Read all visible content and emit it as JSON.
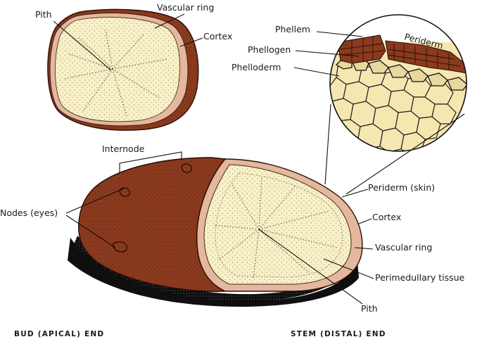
{
  "labels": {
    "top_tuber": {
      "pith": "Pith",
      "vascular_ring": "Vascular ring",
      "cortex": "Cortex"
    },
    "periderm_detail": {
      "phellem": "Phellem",
      "phellogen": "Phellogen",
      "phelloderm": "Phelloderm",
      "periderm": "Periderm"
    },
    "main_tuber": {
      "internode": "Internode",
      "nodes": "Nodes (eyes)",
      "periderm_skin": "Periderm (skin)",
      "cortex": "Cortex",
      "vascular_ring": "Vascular ring",
      "perimedullary": "Perimedullary tissue",
      "pith": "Pith"
    },
    "footer": {
      "bud_end": "BUD (APICAL) END",
      "stem_end": "STEM (DISTAL) END"
    }
  },
  "colors": {
    "skin_brown": "#8a3a1e",
    "skin_dark": "#5a2210",
    "flesh_cream": "#f8f0c6",
    "cortex_pink": "#e4b79e",
    "phelloderm_cream": "#f6e7b0",
    "shadow": "#111111"
  }
}
